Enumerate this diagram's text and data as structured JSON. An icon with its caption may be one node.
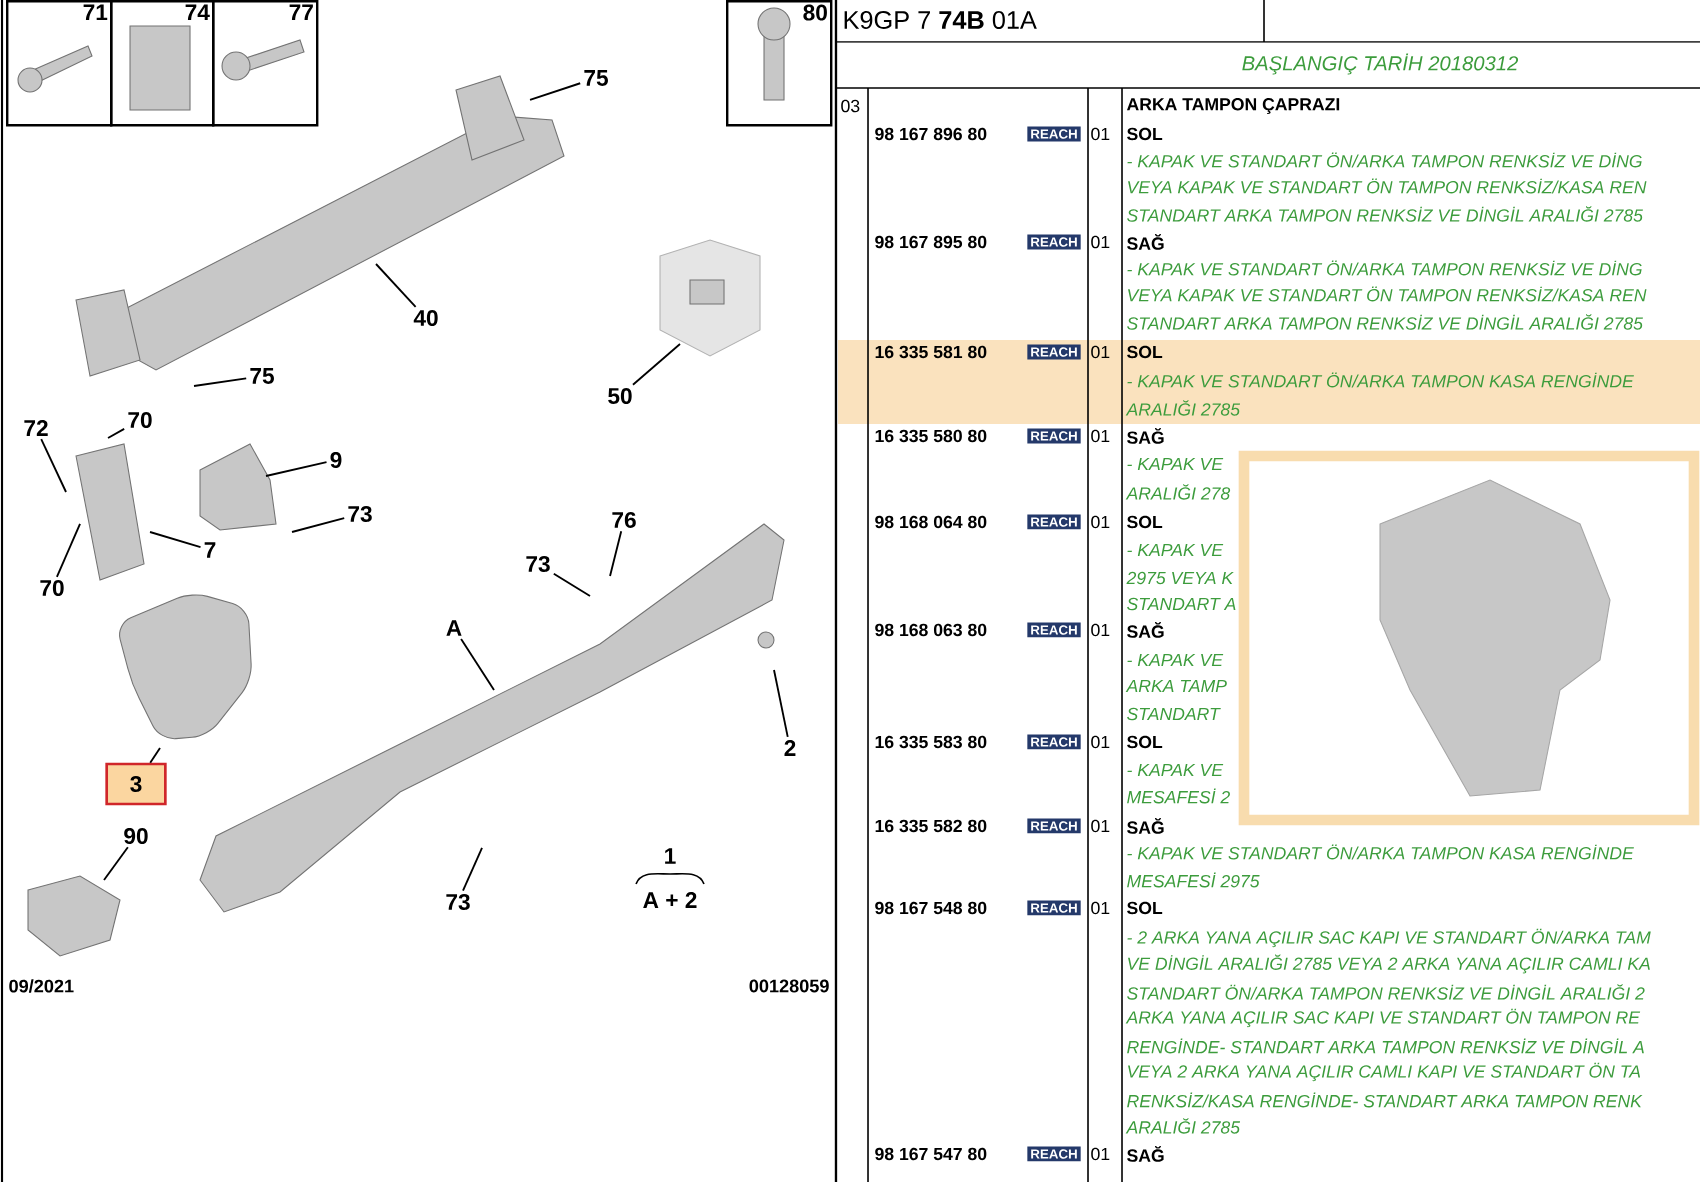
{
  "diagram": {
    "nodes": [
      {
        "text": [
          "71"
        ]
      },
      {
        "text": [
          "74"
        ]
      },
      {
        "text": [
          "77"
        ]
      },
      {
        "text": [
          "80"
        ]
      },
      {
        "text": [
          "75"
        ]
      },
      {
        "text": [
          "40"
        ]
      },
      {
        "text": [
          "75"
        ]
      },
      {
        "text": [
          "50"
        ]
      },
      {
        "text": [
          "70"
        ]
      },
      {
        "text": [
          "72"
        ]
      },
      {
        "text": [
          "9"
        ]
      },
      {
        "text": [
          "73"
        ]
      },
      {
        "text": [
          "76"
        ]
      },
      {
        "text": [
          "7"
        ]
      },
      {
        "text": [
          "73"
        ]
      },
      {
        "text": [
          "70"
        ]
      },
      {
        "text": [
          "A"
        ]
      },
      {
        "text": [
          "2"
        ]
      },
      {
        "text": [
          "3"
        ]
      },
      {
        "text": [
          "90"
        ]
      },
      {
        "text": [
          "73"
        ]
      }
    ],
    "edges": [
      {
        "from": 4,
        "to": null,
        "arrow": "none"
      },
      {
        "from": 5,
        "to": null,
        "arrow": "none"
      },
      {
        "from": 6,
        "to": null,
        "arrow": "none"
      },
      {
        "from": 7,
        "to": null,
        "arrow": "none"
      },
      {
        "from": 8,
        "to": null,
        "arrow": "none"
      },
      {
        "from": 9,
        "to": null,
        "arrow": "none"
      },
      {
        "from": 10,
        "to": null,
        "arrow": "none"
      },
      {
        "from": 11,
        "to": null,
        "arrow": "none"
      },
      {
        "from": 12,
        "to": null,
        "arrow": "none"
      },
      {
        "from": 13,
        "to": null,
        "arrow": "none"
      },
      {
        "from": 14,
        "to": null,
        "arrow": "none"
      },
      {
        "from": 15,
        "to": null,
        "arrow": "none"
      },
      {
        "from": 16,
        "to": null,
        "arrow": "none"
      },
      {
        "from": 17,
        "to": null,
        "arrow": "none"
      },
      {
        "from": 18,
        "to": null,
        "arrow": "none"
      },
      {
        "from": 19,
        "to": null,
        "arrow": "none"
      },
      {
        "from": 20,
        "to": null,
        "arrow": "none"
      }
    ],
    "labels": [
      "1",
      "A + 2",
      "09/2021",
      "00128059",
      "K9GP 7 **74B** 01A",
      "BAŞLANGIÇ TARİH 20180312",
      "03",
      "ARKA TAMPON ÇAPRAZI",
      "98 167 896 80",
      "REACH",
      "01",
      "SOL",
      "- KAPAK VE STANDART ÖN/ARKA TAMPON RENKSİZ VE DİNG",
      "VEYA KAPAK VE STANDART ÖN TAMPON RENKSİZ/KASA REN",
      "STANDART ARKA TAMPON RENKSİZ VE DİNGİL ARALIĞI 2785",
      "98 167 895 80",
      "REACH",
      "01",
      "SAĞ",
      "- KAPAK VE STANDART ÖN/ARKA TAMPON RENKSİZ VE DİNG",
      "VEYA KAPAK VE STANDART ÖN TAMPON RENKSİZ/KASA REN",
      "STANDART ARKA TAMPON RENKSİZ VE DİNGİL ARALIĞI 2785",
      "16 335 581 80",
      "REACH",
      "01",
      "SOL",
      "- KAPAK VE STANDART ÖN/ARKA TAMPON KASA RENGİNDE",
      "ARALIĞI 2785",
      "16 335 580 80",
      "REACH",
      "01",
      "SAĞ",
      "- KAPAK VE",
      "ARALIĞI 278",
      "98 168 064 80",
      "REACH",
      "01",
      "SOL",
      "- KAPAK VE",
      "2975 VEYA K",
      "STANDART A",
      "98 168 063 80",
      "REACH",
      "01",
      "SAĞ",
      "- KAPAK VE",
      "ARKA TAMP",
      "STANDART",
      "16 335 583 80",
      "REACH",
      "01",
      "SOL",
      "- KAPAK VE",
      "MESAFESİ 2",
      "16 335 582 80",
      "REACH",
      "01",
      "SAĞ",
      "- KAPAK VE STANDART ÖN/ARKA TAMPON KASA RENGİNDE",
      "MESAFESİ 2975",
      "98 167 548 80",
      "REACH",
      "01",
      "SOL",
      "- 2 ARKA YANA AÇILIR SAC KAPI VE STANDART ÖN/ARKA TAM",
      "VE DİNGİL ARALIĞI 2785 VEYA 2 ARKA YANA AÇILIR CAMLI KA",
      "STANDART ÖN/ARKA TAMPON RENKSİZ VE DİNGİL ARALIĞI 2",
      "ARKA YANA AÇILIR SAC KAPI VE STANDART ÖN TAMPON RE",
      "RENGİNDE- STANDART ARKA TAMPON RENKSİZ VE DİNGİL A",
      "VEYA 2 ARKA YANA AÇILIR CAMLI KAPI VE STANDART ÖN TA",
      "RENKSİZ/KASA RENGİNDE- STANDART ARKA TAMPON RENK",
      "ARALIĞI 2785",
      "98 167 547 80",
      "REACH",
      "01",
      "SAĞ"
    ]
  }
}
